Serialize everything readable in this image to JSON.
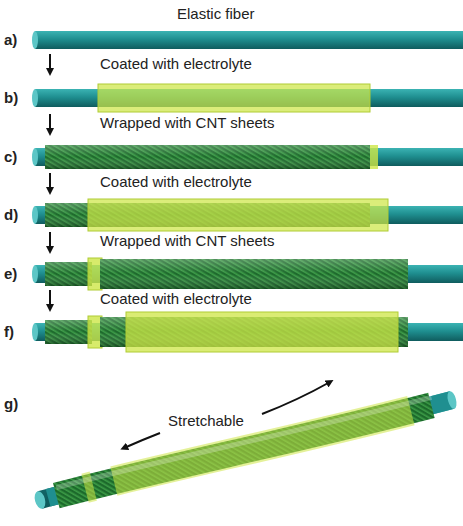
{
  "diagram": {
    "labels": [
      "Elastic fiber",
      "a)",
      "Coated with electrolyte",
      "b)",
      "Wrapped with CNT sheets",
      "c)",
      "Coated with electrolyte",
      "d)",
      "Wrapped with CNT sheets",
      "e)",
      "Coated with electrolyte",
      "f)",
      "g)",
      "Stretchable"
    ]
  }
}
